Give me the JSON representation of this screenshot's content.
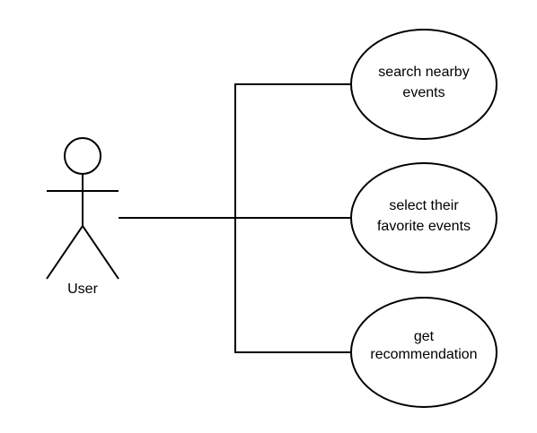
{
  "diagram": {
    "actor": {
      "label": "User"
    },
    "use_cases": [
      {
        "line1": "search nearby",
        "line2": "events"
      },
      {
        "line1": "select their",
        "line2": "favorite events"
      },
      {
        "line1": "get",
        "line2": "recommendation"
      }
    ]
  }
}
